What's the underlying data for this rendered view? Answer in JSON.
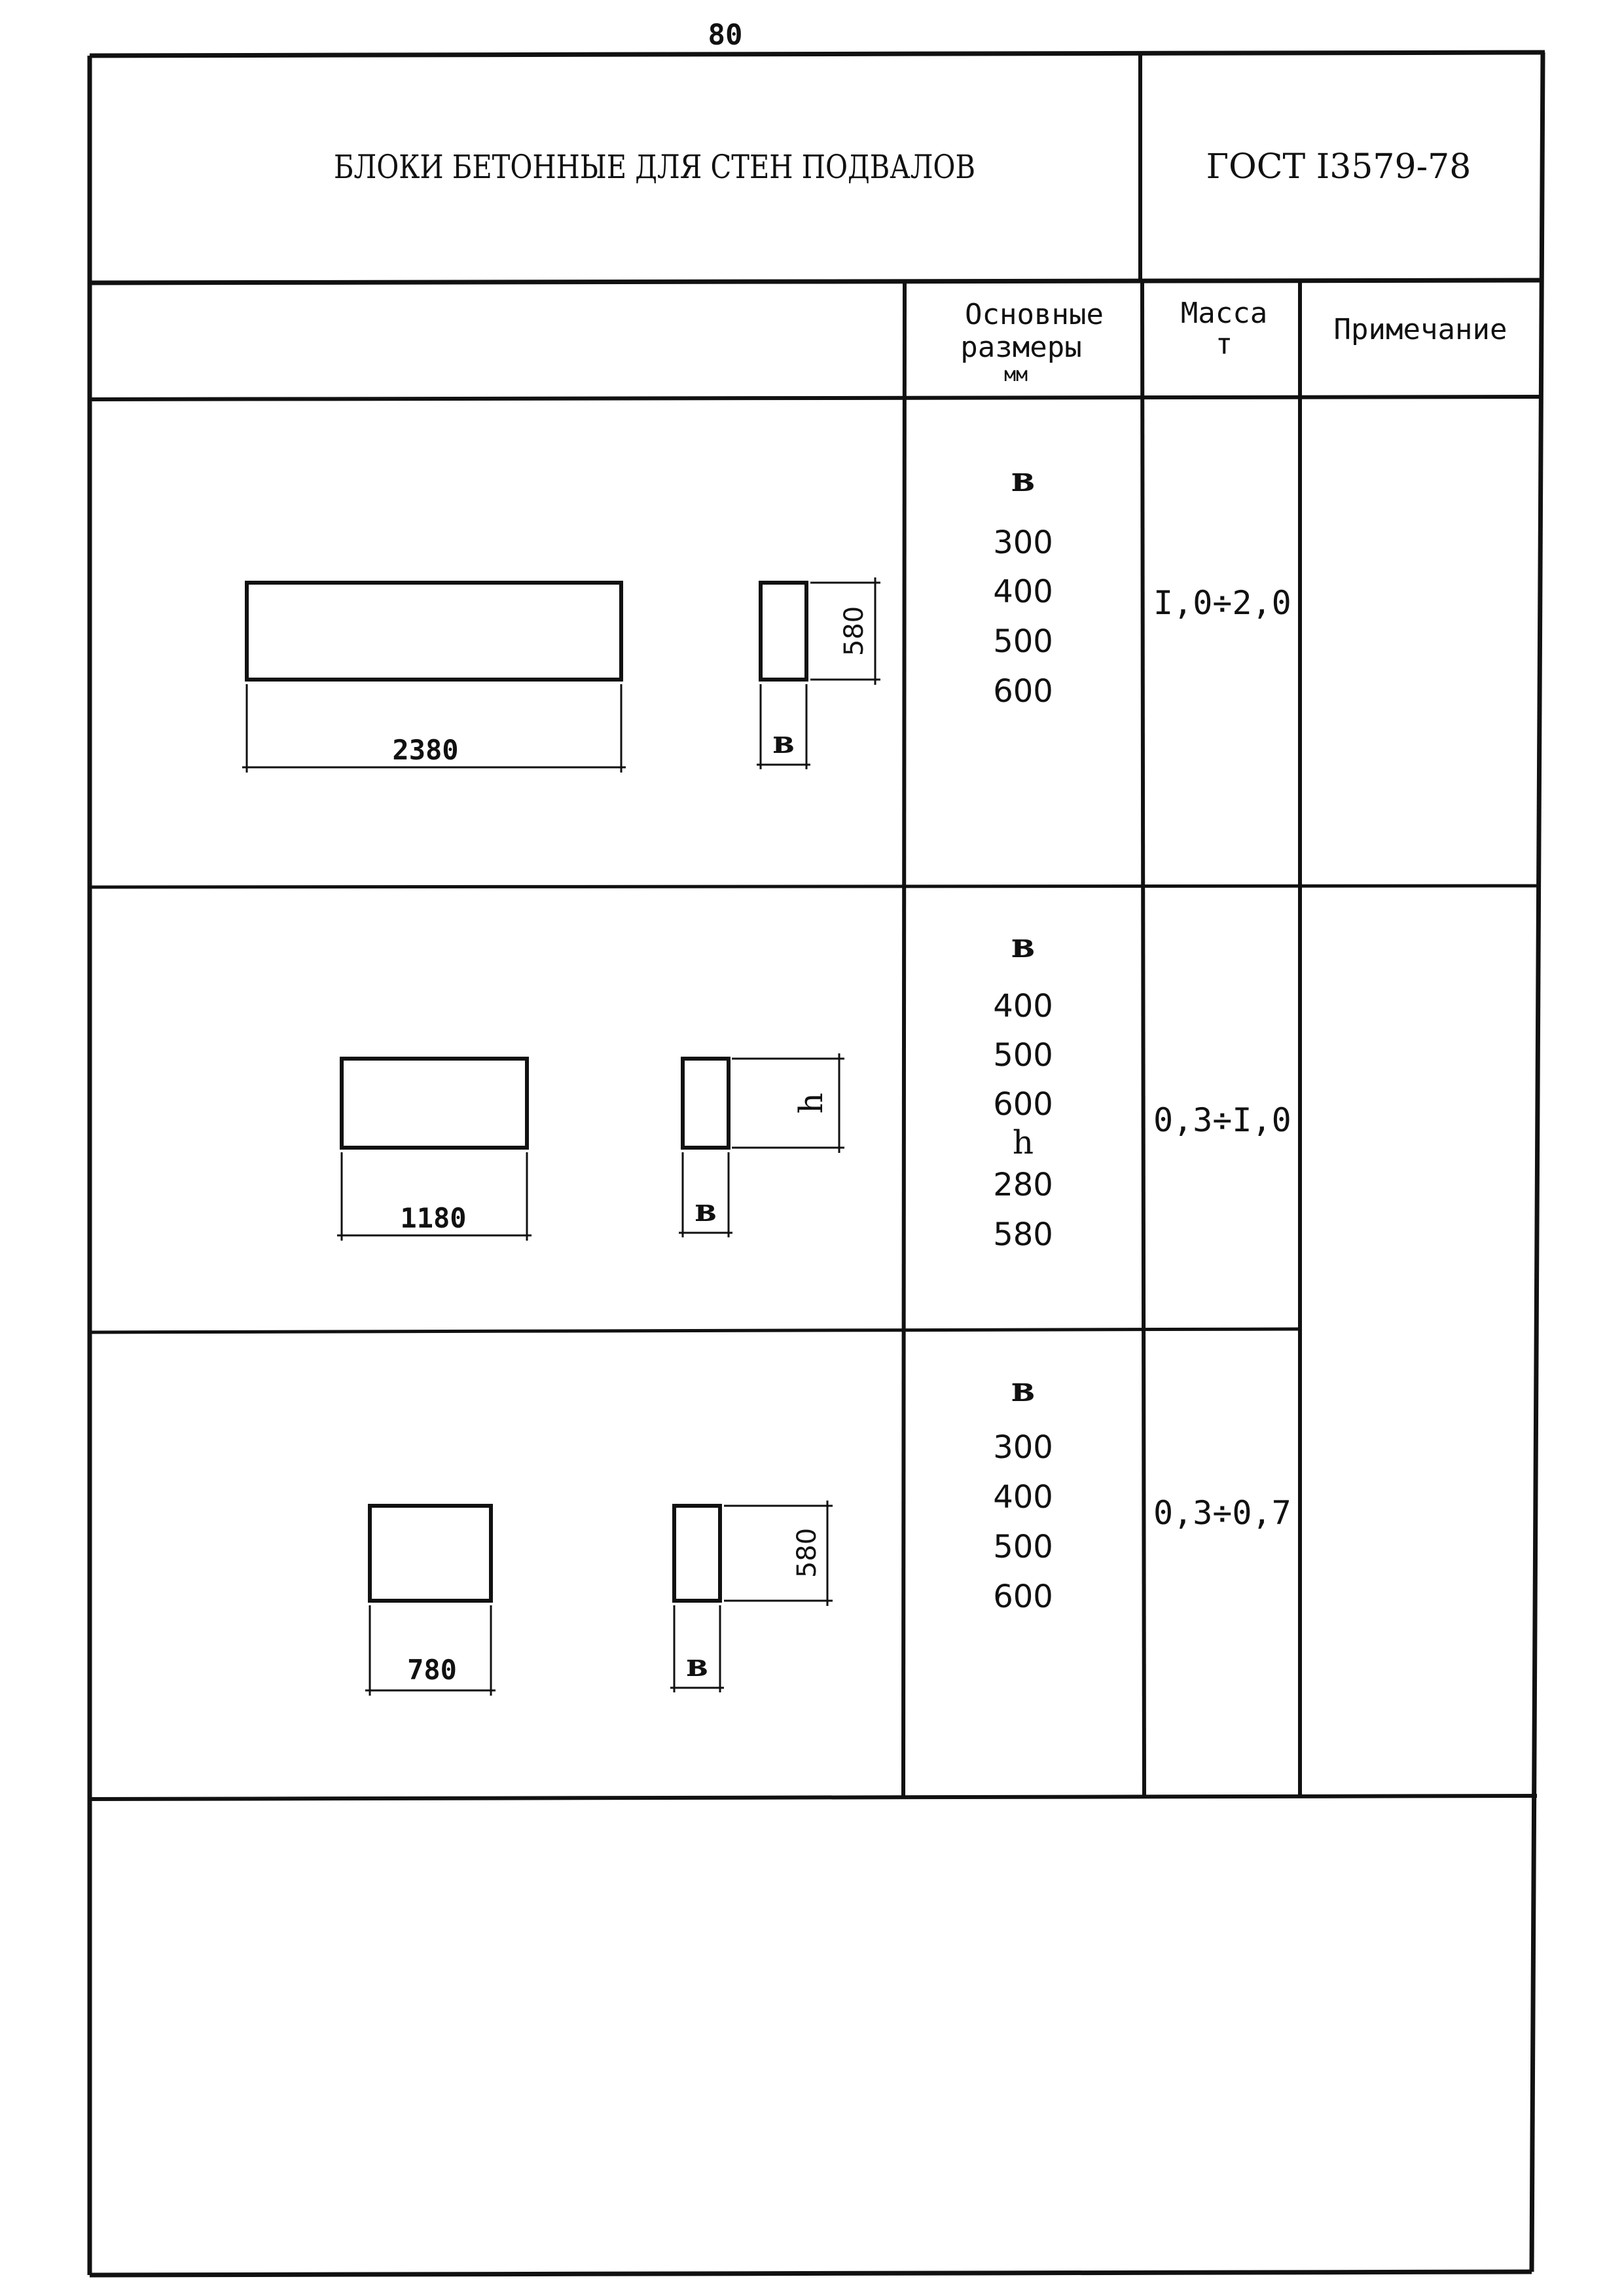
{
  "page_number": "80",
  "header": {
    "title": "БЛОКИ БЕТОННЫЕ ДЛЯ СТЕН ПОДВАЛОВ",
    "standard": "ГОСТ I3579-78"
  },
  "columns": {
    "dimensions_line1": "Основные",
    "dimensions_line2": "размеры",
    "dimensions_unit": "мм",
    "mass_line1": "Масса",
    "mass_unit": "т",
    "note": "Примечание"
  },
  "rows": [
    {
      "length_label": "2380",
      "height_label": "580",
      "width_symbol": "в",
      "dims": [
        "в",
        "300",
        "400",
        "500",
        "600"
      ],
      "mass": "I,0÷2,0"
    },
    {
      "length_label": "1180",
      "height_label": "h",
      "width_symbol": "в",
      "dims": [
        "в",
        "400",
        "500",
        "600",
        "h",
        "280",
        "580"
      ],
      "mass": "0,3÷I,0"
    },
    {
      "length_label": "780",
      "height_label": "580",
      "width_symbol": "в",
      "dims": [
        "в",
        "300",
        "400",
        "500",
        "600"
      ],
      "mass": "0,3÷0,7"
    }
  ]
}
